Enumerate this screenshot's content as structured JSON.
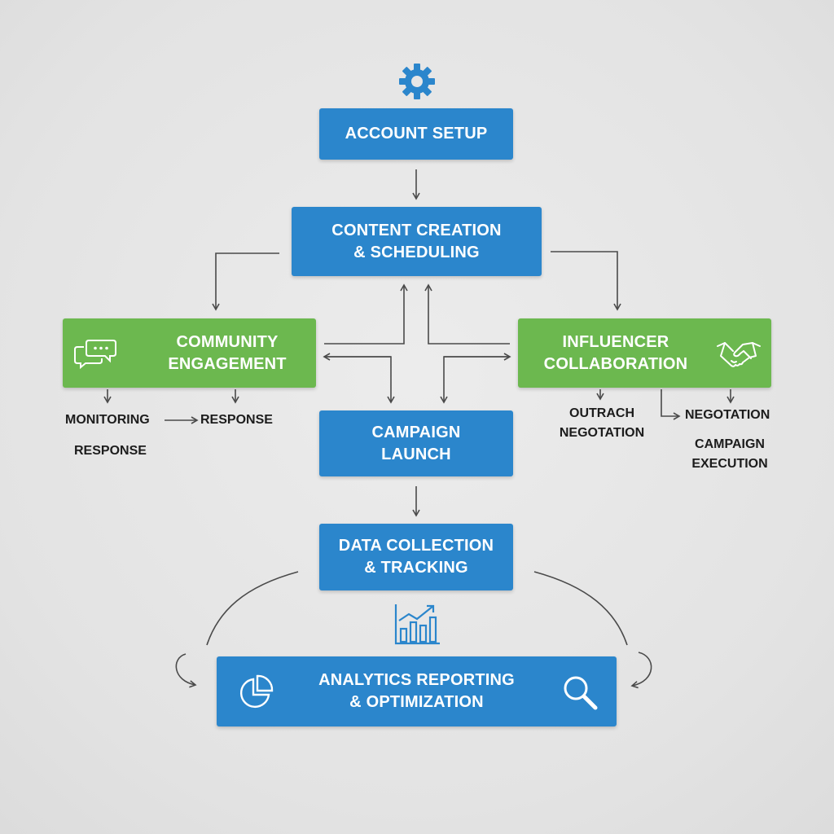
{
  "nodes": {
    "account_setup": {
      "label": "ACCOUNT SETUP"
    },
    "content_creation": {
      "line1": "CONTENT CREATION",
      "line2": "& SCHEDULING"
    },
    "community_engagement": {
      "line1": "COMMUNITY",
      "line2": "ENGAGEMENT"
    },
    "influencer_collaboration": {
      "line1": "INFLUENCER",
      "line2": "COLLABORATION"
    },
    "campaign_launch": {
      "line1": "CAMPAIGN",
      "line2": "LAUNCH"
    },
    "data_collection": {
      "line1": "DATA COLLECTION",
      "line2": "& TRACKING"
    },
    "analytics": {
      "line1": "ANALYTICS REPORTING",
      "line2": "& OPTIMIZATION"
    }
  },
  "community_sub": {
    "monitoring": "MONITORING",
    "response_inline": "RESPONSE",
    "response_below": "RESPONSE"
  },
  "influencer_sub": {
    "outreach_line1": "OUTRACH",
    "outreach_line2": "NEGOTATION",
    "negotiation": "NEGOTATION",
    "campaign_exec_line1": "CAMPAIGN",
    "campaign_exec_line2": "EXECUTION"
  },
  "icons": {
    "top": "gear-icon",
    "community": "chat-bubbles-icon",
    "influencer": "handshake-icon",
    "data": "bar-chart-trend-icon",
    "analytics_left": "pie-chart-icon",
    "analytics_right": "magnifier-icon",
    "loop_left": "loop-arrow-icon",
    "loop_right": "loop-arrow-icon"
  },
  "colors": {
    "blue_box": "#2b86cc",
    "green_box": "#6cb84f",
    "connector": "#4a4a4a",
    "icon_blue": "#2b86cc"
  }
}
